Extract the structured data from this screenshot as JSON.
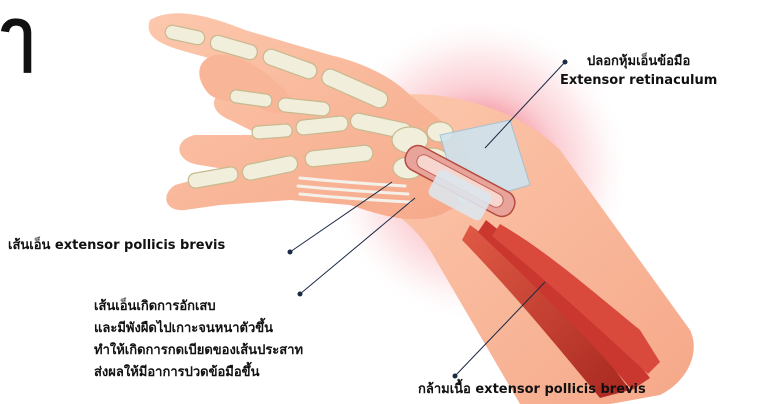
{
  "labels": {
    "retinaculum_th": "ปลอกหุ้มเอ็นข้อมือ",
    "retinaculum_en": "Extensor retinaculum",
    "tendon": "เส้นเอ็น extensor pollicis brevis",
    "inflammation_lines": [
      "เส้นเอ็นเกิดการอักเสบ",
      "และมีพังผืดไปเกาะจนหนาตัวขึ้น",
      "ทำให้เกิดการกดเบียดของเส้นประสาท",
      "ส่งผลให้มีอาการปวดข้อมือขึ้น"
    ],
    "muscle": "กล้ามเนื้อ  extensor pollicis brevis"
  },
  "corner_glyph": "ๅ",
  "colors": {
    "skin": "#f9b79a",
    "skin_light": "#fcd3bf",
    "bone": "#f2eedc",
    "bone_stroke": "#c7b98f",
    "inflammation": "#e8394e",
    "muscle": "#c9372f",
    "sheath": "#cfe3ee",
    "leader": "#1c2a44"
  }
}
